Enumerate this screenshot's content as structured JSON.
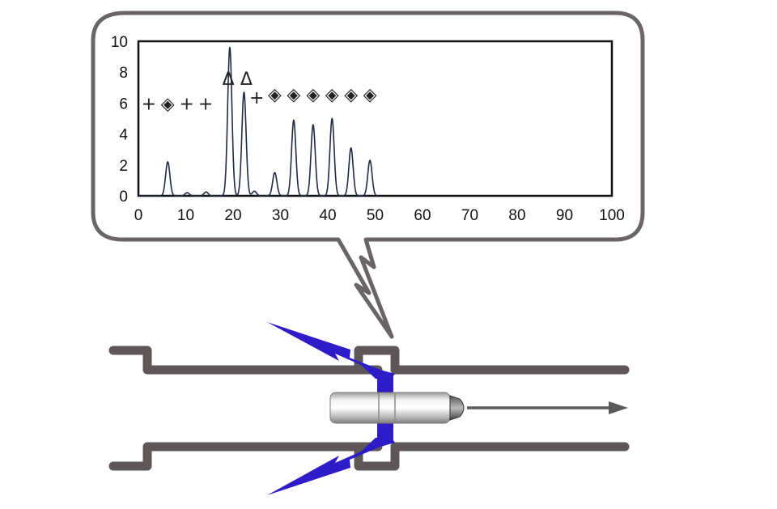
{
  "chart_data": {
    "type": "line",
    "title": "",
    "xlabel": "",
    "ylabel": "",
    "xlim": [
      0,
      100
    ],
    "ylim": [
      0,
      10
    ],
    "x_ticks": [
      "0",
      "10",
      "20",
      "30",
      "40",
      "50",
      "60",
      "70",
      "80",
      "90",
      "100"
    ],
    "y_ticks": [
      "0",
      "2",
      "4",
      "6",
      "8",
      "10"
    ],
    "grid": false,
    "legend": "none",
    "series": [
      {
        "color": "#1f2a44",
        "peaks": [
          {
            "x": 6.2,
            "y": 2.2
          },
          {
            "x": 10.3,
            "y": 0.2
          },
          {
            "x": 14.3,
            "y": 0.25
          },
          {
            "x": 19.3,
            "y": 9.6
          },
          {
            "x": 22.3,
            "y": 6.7
          },
          {
            "x": 24.5,
            "y": 0.3
          },
          {
            "x": 28.8,
            "y": 1.5
          },
          {
            "x": 32.8,
            "y": 4.9
          },
          {
            "x": 36.9,
            "y": 4.6
          },
          {
            "x": 40.9,
            "y": 5.0
          },
          {
            "x": 44.9,
            "y": 3.1
          },
          {
            "x": 48.9,
            "y": 2.3
          }
        ]
      }
    ],
    "markers": [
      {
        "symbol": "+",
        "x": 2.2,
        "y": 6.0
      },
      {
        "symbol": "◈",
        "x": 6.2,
        "y": 6.0
      },
      {
        "symbol": "+",
        "x": 10.2,
        "y": 6.0
      },
      {
        "symbol": "+",
        "x": 14.2,
        "y": 6.0
      },
      {
        "symbol": "Δ",
        "x": 19.0,
        "y": 7.6
      },
      {
        "symbol": "Δ",
        "x": 22.8,
        "y": 7.6
      },
      {
        "symbol": "+",
        "x": 25.0,
        "y": 6.4
      },
      {
        "symbol": "◈",
        "x": 28.8,
        "y": 6.6
      },
      {
        "symbol": "◈",
        "x": 32.8,
        "y": 6.6
      },
      {
        "symbol": "◈",
        "x": 36.9,
        "y": 6.6
      },
      {
        "symbol": "◈",
        "x": 40.9,
        "y": 6.6
      },
      {
        "symbol": "◈",
        "x": 44.9,
        "y": 6.6
      },
      {
        "symbol": "◈",
        "x": 48.9,
        "y": 6.6
      }
    ]
  },
  "colors": {
    "pipe": "#5f5757",
    "signal": "#2d1cc8",
    "arrow": "#5a5a5a",
    "bubble_border": "#6b6464",
    "curve": "#1f2a44"
  }
}
